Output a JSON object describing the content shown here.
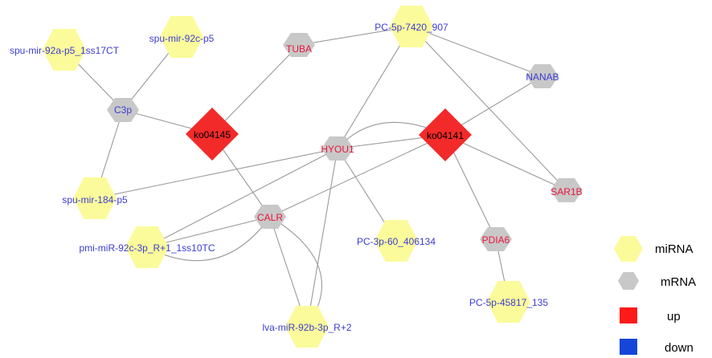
{
  "colors": {
    "mirna_fill": "#fbfb9b",
    "mrna_fill": "#c8c8c8",
    "pathway_fill": "#f22a2a",
    "up": "#ff1a1a",
    "down": "#1646d8",
    "edge": "#9a9a9a",
    "mirna_label": "#3c3cd0",
    "mrna_label_up": "#e8153c",
    "mrna_label_plain": "#3c3cd0",
    "pathway_label": "#000000"
  },
  "nodes": [
    {
      "id": "mir92a",
      "label": "spu-mir-92a-p5_1ss17CT",
      "type": "mirna"
    },
    {
      "id": "mir92c",
      "label": "spu-mir-92c-p5",
      "type": "mirna"
    },
    {
      "id": "c3p",
      "label": "C3p",
      "type": "mrna"
    },
    {
      "id": "tuba",
      "label": "TUBA",
      "type": "mrna",
      "regulation": "up"
    },
    {
      "id": "pc7420",
      "label": "PC-5p-7420_907",
      "type": "mirna"
    },
    {
      "id": "nanab",
      "label": "NANAB",
      "type": "mrna"
    },
    {
      "id": "ko04145",
      "label": "ko04145",
      "type": "pathway"
    },
    {
      "id": "ko04141",
      "label": "ko04141",
      "type": "pathway"
    },
    {
      "id": "hyou1",
      "label": "HYOU1",
      "type": "mrna",
      "regulation": "up"
    },
    {
      "id": "sar1b",
      "label": "SAR1B",
      "type": "mrna",
      "regulation": "up"
    },
    {
      "id": "mir184",
      "label": "spu-mir-184-p5",
      "type": "mirna"
    },
    {
      "id": "calr",
      "label": "CALR",
      "type": "mrna",
      "regulation": "up"
    },
    {
      "id": "pdia6",
      "label": "PDIA6",
      "type": "mrna",
      "regulation": "up"
    },
    {
      "id": "pmi92c",
      "label": "pmi-miR-92c-3p_R+1_1ss10TC",
      "type": "mirna"
    },
    {
      "id": "pc406134",
      "label": "PC-3p-60_406134",
      "type": "mirna"
    },
    {
      "id": "pc45817",
      "label": "PC-5p-45817_135",
      "type": "mirna"
    },
    {
      "id": "lva92b",
      "label": "lva-miR-92b-3p_R+2",
      "type": "mirna"
    }
  ],
  "edges": [
    {
      "source": "mir92a",
      "target": "c3p"
    },
    {
      "source": "mir92c",
      "target": "c3p"
    },
    {
      "source": "c3p",
      "target": "ko04145"
    },
    {
      "source": "c3p",
      "target": "mir184"
    },
    {
      "source": "tuba",
      "target": "ko04145"
    },
    {
      "source": "tuba",
      "target": "pc7420"
    },
    {
      "source": "pc7420",
      "target": "nanab"
    },
    {
      "source": "pc7420",
      "target": "hyou1"
    },
    {
      "source": "pc7420",
      "target": "sar1b"
    },
    {
      "source": "nanab",
      "target": "ko04141"
    },
    {
      "source": "ko04145",
      "target": "calr"
    },
    {
      "source": "ko04141",
      "target": "sar1b"
    },
    {
      "source": "ko04141",
      "target": "pdia6"
    },
    {
      "source": "ko04141",
      "target": "hyou1"
    },
    {
      "source": "ko04141",
      "target": "hyou1",
      "curved": true
    },
    {
      "source": "ko04141",
      "target": "calr"
    },
    {
      "source": "hyou1",
      "target": "mir184"
    },
    {
      "source": "hyou1",
      "target": "pc406134"
    },
    {
      "source": "hyou1",
      "target": "lva92b"
    },
    {
      "source": "hyou1",
      "target": "pmi92c"
    },
    {
      "source": "calr",
      "target": "pmi92c"
    },
    {
      "source": "calr",
      "target": "pmi92c",
      "curved": true
    },
    {
      "source": "calr",
      "target": "lva92b"
    },
    {
      "source": "calr",
      "target": "lva92b",
      "curved": true
    },
    {
      "source": "pdia6",
      "target": "pc45817"
    }
  ],
  "legend": [
    {
      "label": "miRNA",
      "shape": "hexagon",
      "color": "#fbfb9b"
    },
    {
      "label": "mRNA",
      "shape": "hexagon",
      "color": "#c8c8c8"
    },
    {
      "label": "up",
      "shape": "square",
      "color": "#ff1a1a"
    },
    {
      "label": "down",
      "shape": "square",
      "color": "#1646d8"
    }
  ]
}
